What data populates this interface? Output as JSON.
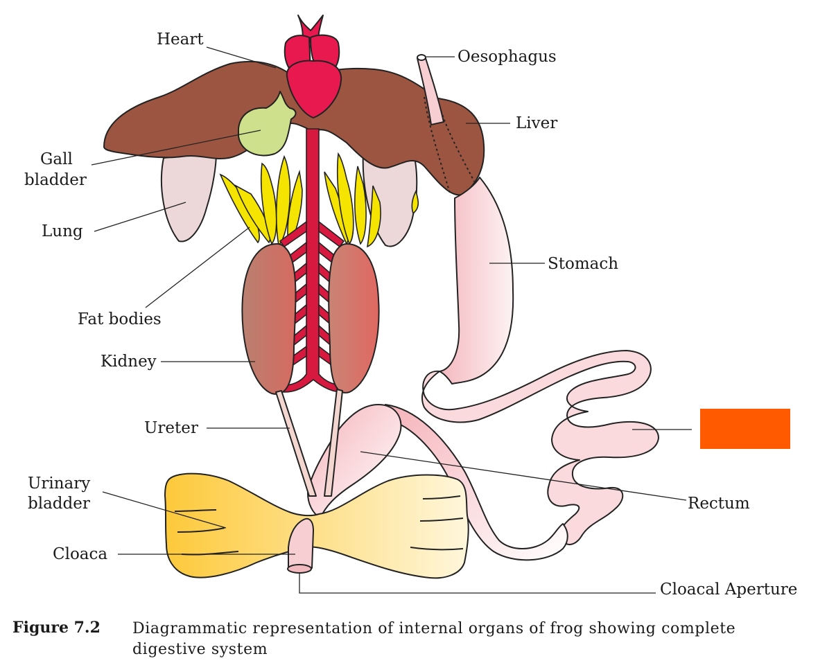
{
  "labels": {
    "heart": "Heart",
    "oesophagus": "Oesophagus",
    "liver": "Liver",
    "gall_bladder": [
      "Gall",
      "bladder"
    ],
    "lung": "Lung",
    "stomach": "Stomach",
    "fat_bodies": "Fat bodies",
    "kidney": "Kidney",
    "ureter": "Ureter",
    "rectum": "Rectum",
    "urinary_bladder": [
      "Urinary",
      "bladder"
    ],
    "cloaca": "Cloaca",
    "cloacal_aperture": "Cloacal Aperture"
  },
  "caption": {
    "figure": "Figure 7.2",
    "text": "Diagrammatic representation of internal organs of frog showing complete digestive system"
  },
  "colors": {
    "heart": "#e8194f",
    "liver": "#9c5540",
    "gall_bladder": "#cfe08c",
    "lung": "#ecd7d9",
    "fat_bodies": "#f5e400",
    "kidney": "#c97a6a",
    "vessel": "#d8193f",
    "gut": "#f7cfd3",
    "urinary_bladder": "#fde58a",
    "masked_label": "#ff5a00"
  }
}
